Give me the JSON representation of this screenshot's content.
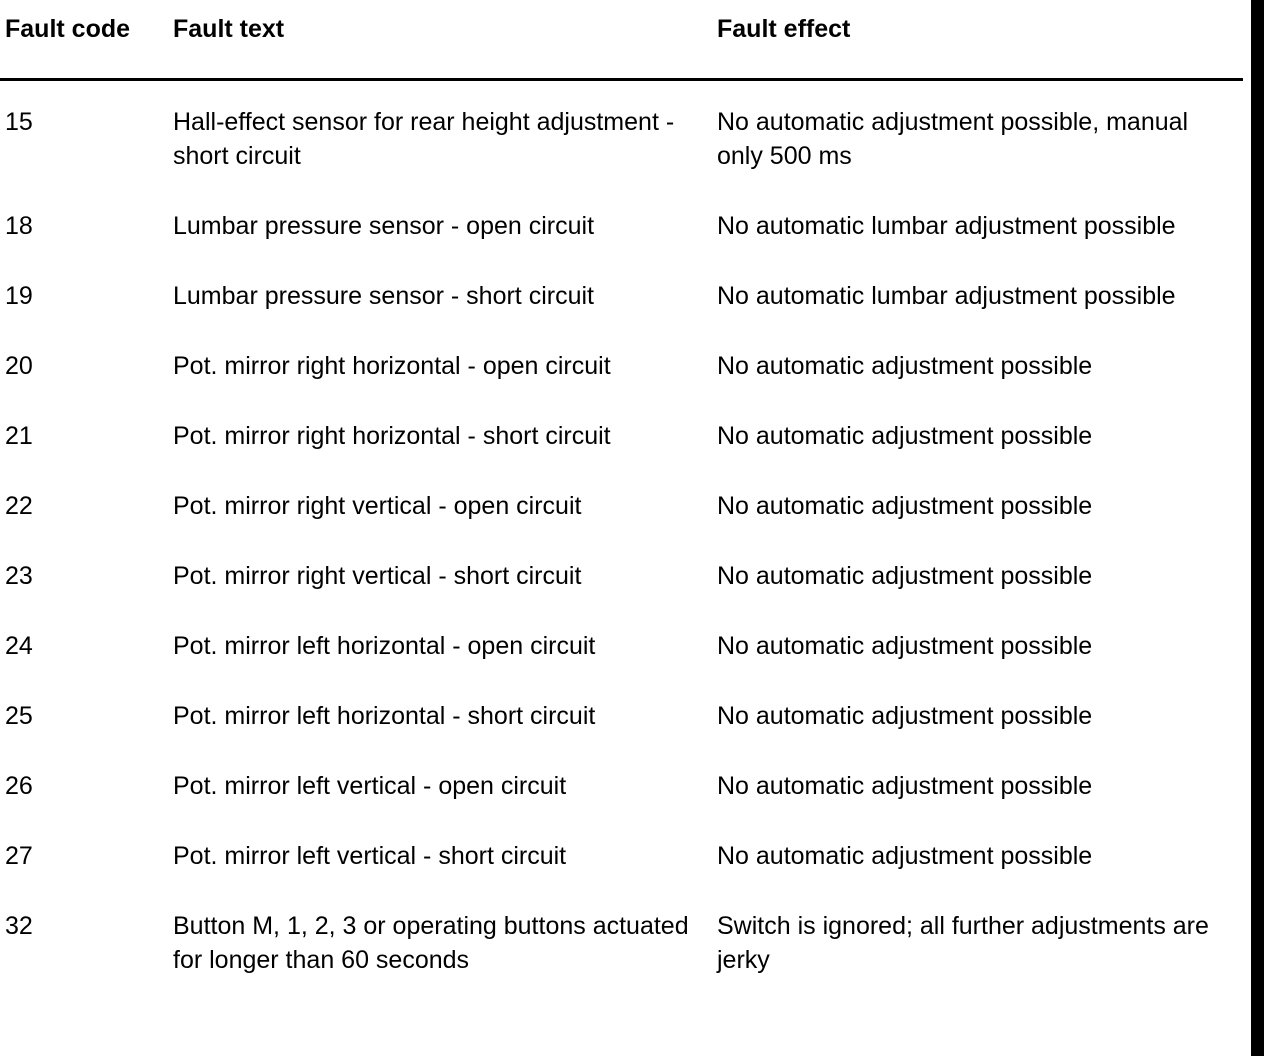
{
  "table": {
    "columns": [
      {
        "key": "code",
        "label": "Fault code"
      },
      {
        "key": "text",
        "label": "Fault text"
      },
      {
        "key": "effect",
        "label": "Fault effect"
      }
    ],
    "rows": [
      {
        "code": "15",
        "text": "Hall-effect sensor for rear height adjustment - short circuit",
        "effect": "No automatic adjustment possible, manual only 500 ms"
      },
      {
        "code": "18",
        "text": "Lumbar pressure sensor - open circuit",
        "effect": "No automatic lumbar adjustment possible"
      },
      {
        "code": "19",
        "text": "Lumbar pressure sensor - short circuit",
        "effect": "No automatic lumbar adjustment possible"
      },
      {
        "code": "20",
        "text": "Pot. mirror right horizontal - open circuit",
        "effect": "No automatic adjustment possible"
      },
      {
        "code": "21",
        "text": "Pot. mirror right horizontal - short circuit",
        "effect": "No automatic adjustment possible"
      },
      {
        "code": "22",
        "text": "Pot. mirror right vertical - open circuit",
        "effect": "No automatic adjustment possible"
      },
      {
        "code": "23",
        "text": "Pot. mirror right vertical - short circuit",
        "effect": "No automatic adjustment possible"
      },
      {
        "code": "24",
        "text": "Pot. mirror left horizontal - open circuit",
        "effect": "No automatic adjustment possible"
      },
      {
        "code": "25",
        "text": "Pot. mirror left horizontal - short circuit",
        "effect": "No automatic adjustment possible"
      },
      {
        "code": "26",
        "text": "Pot. mirror left vertical - open circuit",
        "effect": "No automatic adjustment possible"
      },
      {
        "code": "27",
        "text": "Pot. mirror left vertical - short circuit",
        "effect": "No automatic adjustment possible"
      },
      {
        "code": "32",
        "text": "Button M, 1, 2, 3 or operating buttons actuated for longer than 60 seconds",
        "effect": "Switch is ignored; all further adjustments are jerky"
      }
    ]
  },
  "colors": {
    "text": "#000000",
    "page_background": "#ffffff",
    "rule": "#000000",
    "edge_bar": "#000000"
  }
}
